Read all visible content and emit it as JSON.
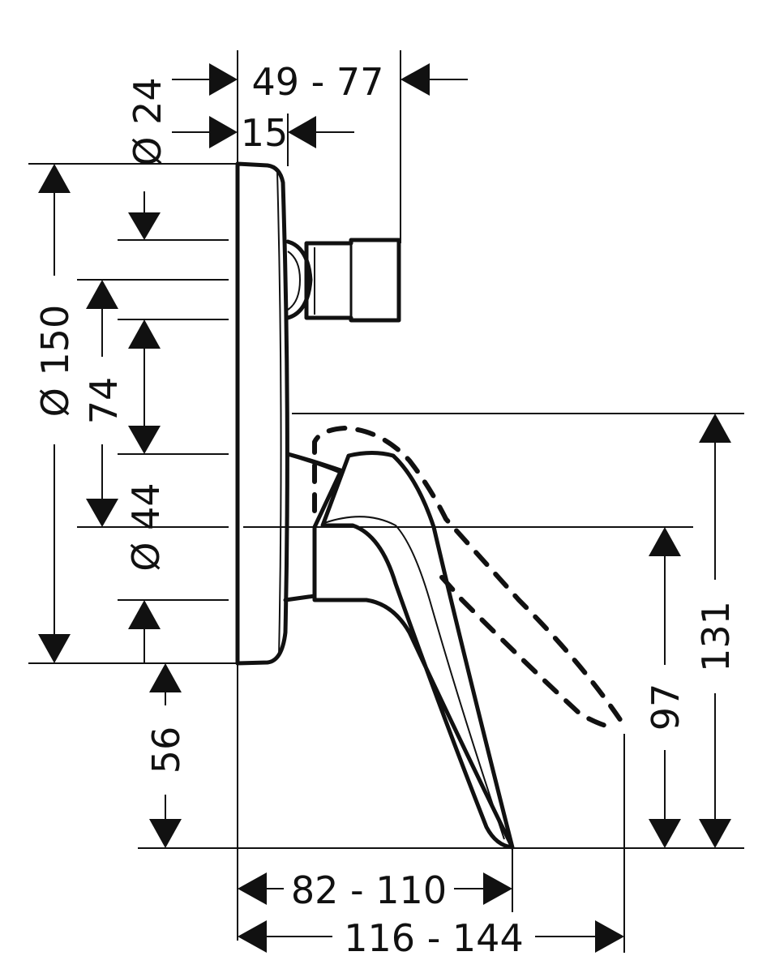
{
  "dimensions": {
    "width_49_77": "49 - 77",
    "diameter_24": "Ø 24",
    "width_15": "15",
    "diameter_150": "Ø 150",
    "height_74": "74",
    "diameter_44": "Ø 44",
    "height_56": "56",
    "height_131": "131",
    "height_97": "97",
    "width_82_110": "82 - 110",
    "width_116_144": "116 - 144"
  }
}
